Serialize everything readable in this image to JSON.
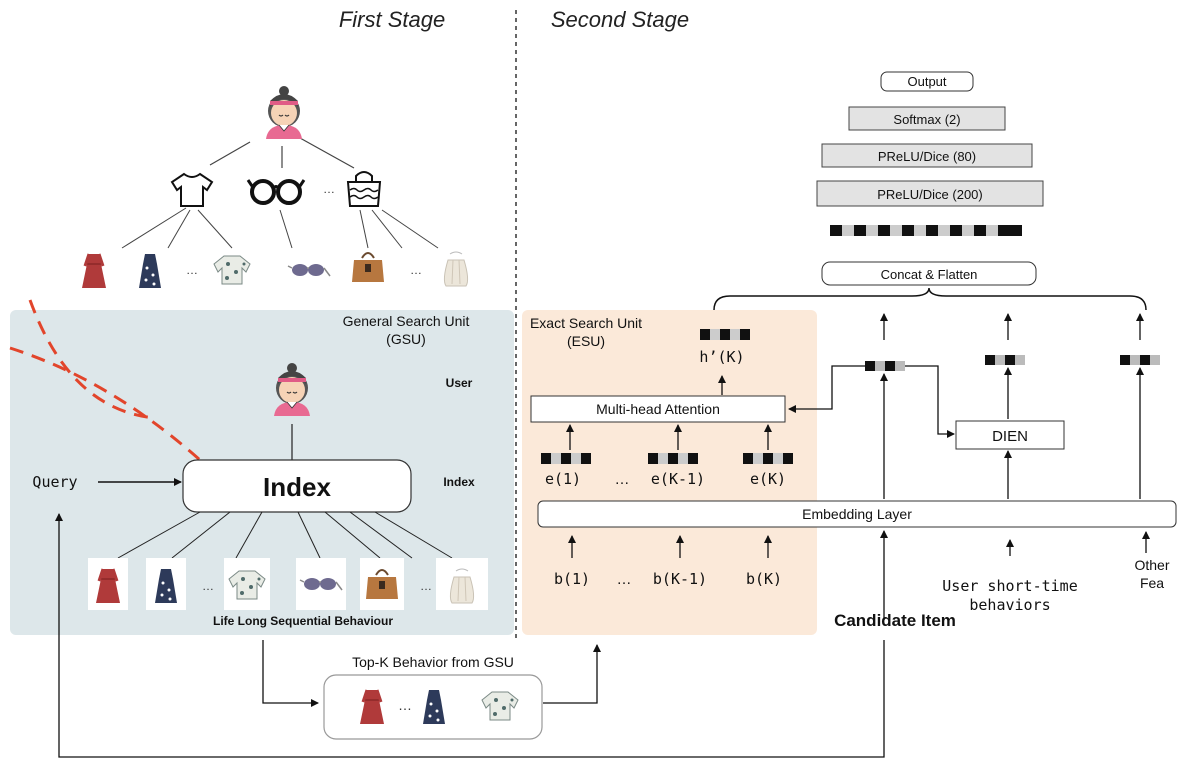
{
  "stages": {
    "first": "First Stage",
    "second": "Second Stage"
  },
  "gsu": {
    "title_line1": "General Search Unit",
    "title_line2": "(GSU)",
    "user_label": "User",
    "index_label": "Index",
    "index_box": "Index",
    "query": "Query",
    "lifelong": "Life Long Sequential Behaviour"
  },
  "esu": {
    "title_line1": "Exact Search Unit",
    "title_line2": "(ESU)",
    "attention": "Multi-head Attention",
    "h_k": "h’(K)",
    "e1": "e(1)",
    "ek1": "e(K-1)",
    "ek": "e(K)",
    "b1": "b(1)",
    "bk1": "b(K-1)",
    "bk": "b(K)",
    "ellipsis": "…"
  },
  "right": {
    "output": "Output",
    "softmax": "Softmax (2)",
    "prelu80": "PReLU/Dice (80)",
    "prelu200": "PReLU/Dice (200)",
    "concat": "Concat & Flatten",
    "dien": "DIEN",
    "embedding": "Embedding Layer",
    "short_time_line1": "User short-time",
    "short_time_line2": "behaviors",
    "other_line1": "Other",
    "other_line2": "Fea",
    "candidate": "Candidate Item"
  },
  "topk": "Top-K Behavior from GSU",
  "ellipsis": "…",
  "colors": {
    "gsu_bg": "#dde7ea",
    "esu_bg": "#fbe9d9",
    "box_fill": "#e3e3e3",
    "dash_red": "#e2452b"
  },
  "icons": [
    "user-avatar-icon",
    "tshirt-icon",
    "glasses-icon",
    "handbag-icon",
    "dress-icon",
    "blouse-icon",
    "sunglasses-icon",
    "bag-icon"
  ]
}
